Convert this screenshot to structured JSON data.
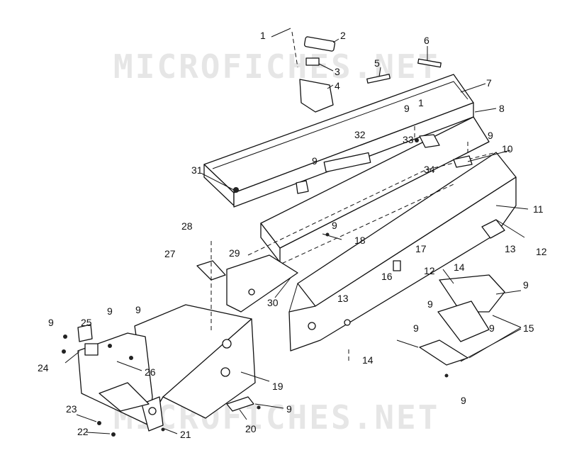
{
  "watermarks": [
    "MICROFICHES.NET",
    "MICROFICHES.NET"
  ],
  "callouts": [
    "1",
    "2",
    "3",
    "4",
    "5",
    "6",
    "7",
    "1",
    "8",
    "9",
    "9",
    "33",
    "32",
    "34",
    "10",
    "9",
    "31",
    "11",
    "9",
    "18",
    "13",
    "12",
    "28",
    "27",
    "29",
    "17",
    "16",
    "12",
    "14",
    "30",
    "9",
    "13",
    "9",
    "9",
    "9",
    "15",
    "25",
    "9",
    "9",
    "24",
    "26",
    "19",
    "14",
    "9",
    "23",
    "22",
    "21",
    "20",
    "9"
  ]
}
